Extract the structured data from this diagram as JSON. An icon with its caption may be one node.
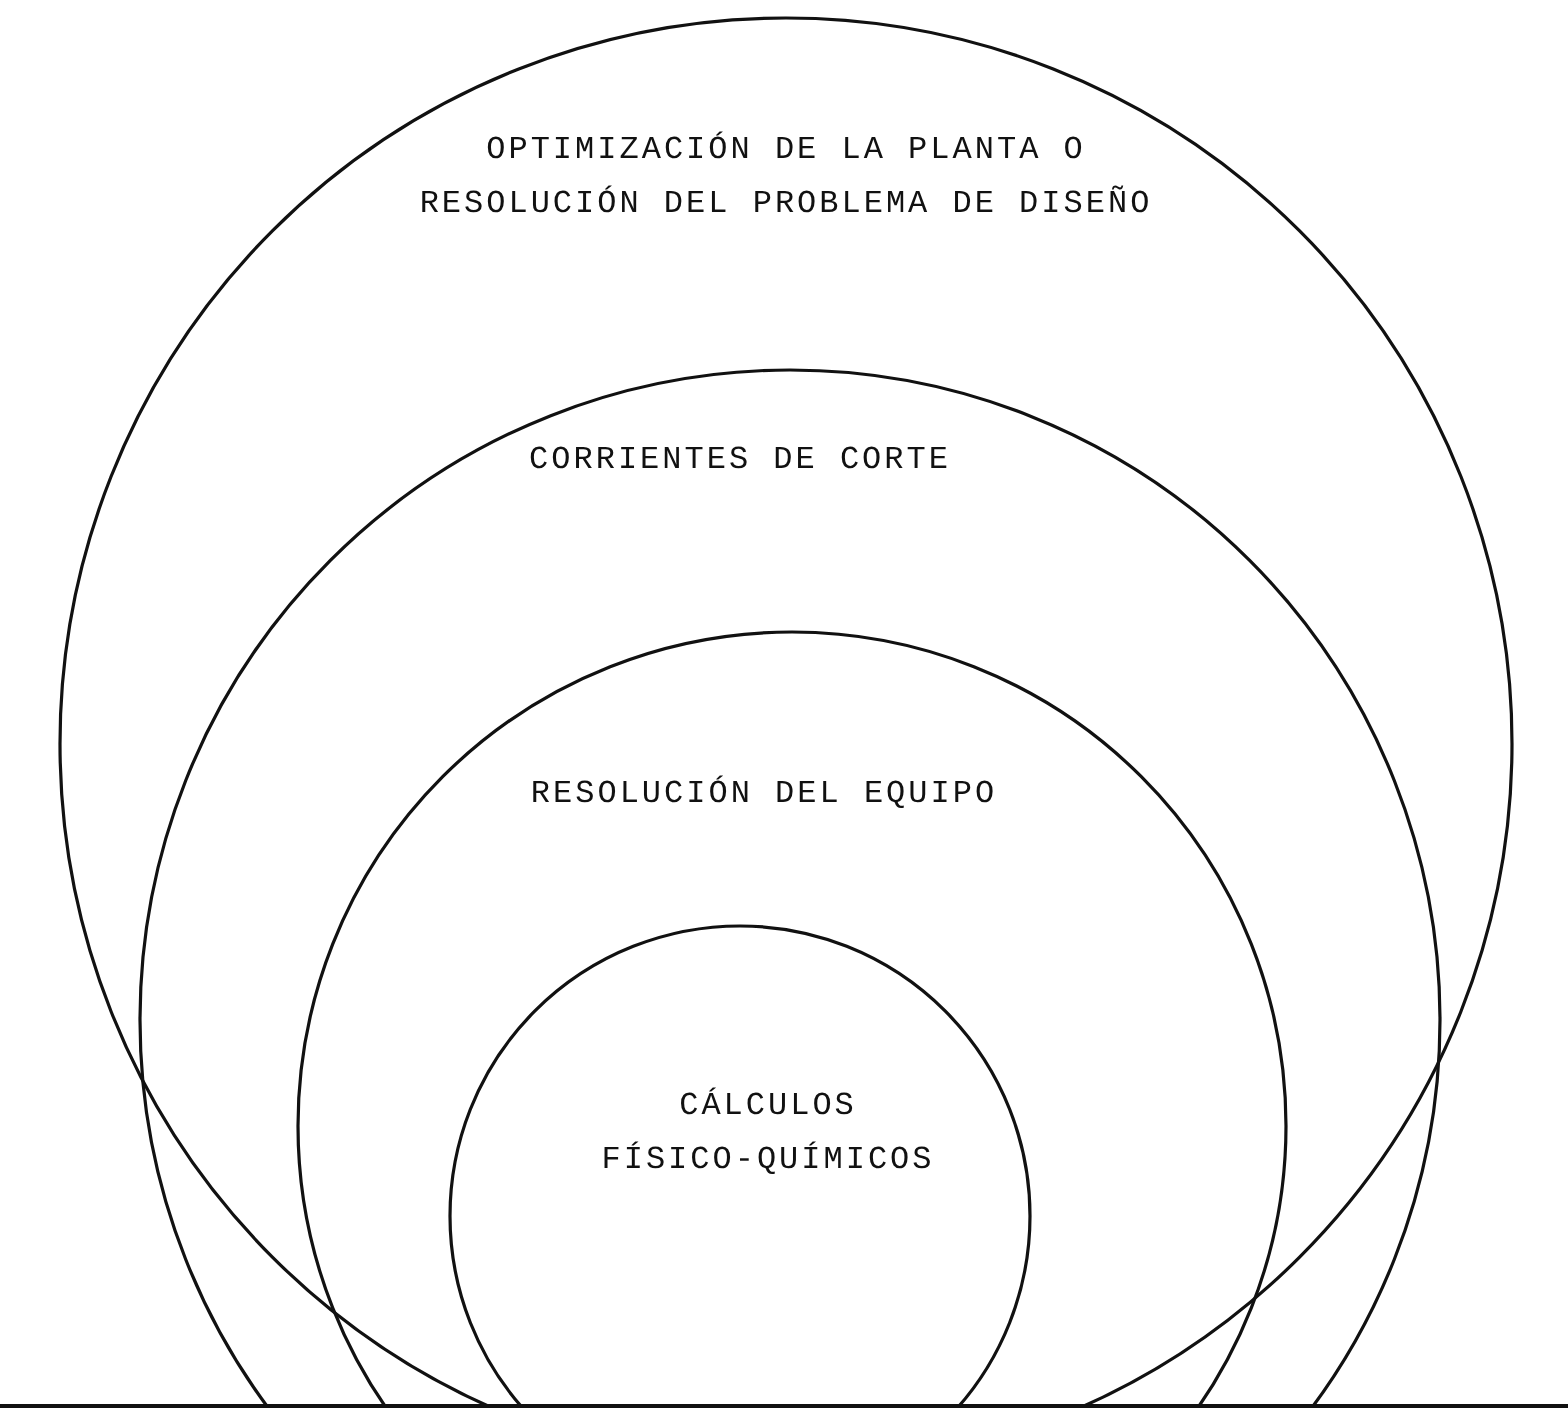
{
  "diagram": {
    "nodes": [
      {
        "text": [
          "OPTIMIZACIÓN DE LA PLANTA O RESOLUCIÓN DEL PROBLEMA DE DISEÑO"
        ]
      },
      {
        "text": [
          "CORRIENTES DE CORTE"
        ],
        "in": 0
      },
      {
        "text": [
          "RESOLUCIÓN DEL EQUIPO"
        ],
        "in": 1
      },
      {
        "text": [
          "CÁLCULOS FÍSICO-QUÍMICOS"
        ],
        "in": 2
      }
    ]
  }
}
